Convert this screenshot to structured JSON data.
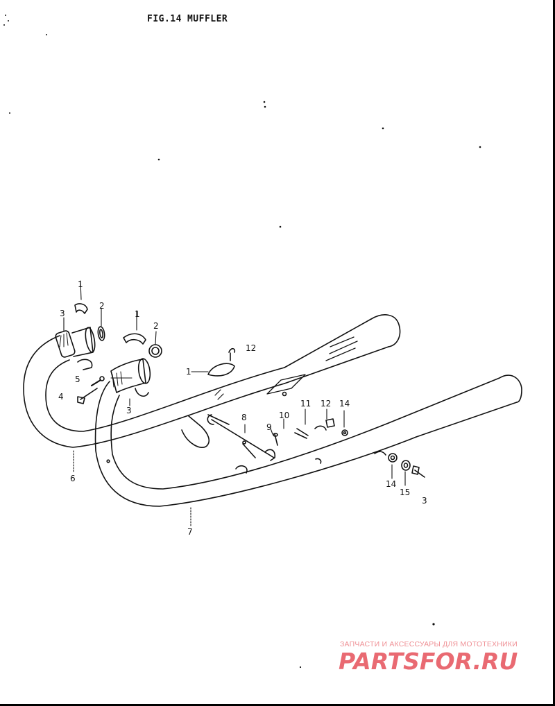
{
  "figure": {
    "fig_no": "FIG.14",
    "name": "MUFFLER"
  },
  "callouts": [
    "1",
    "2",
    "3",
    "2",
    "1",
    "3",
    "5",
    "4",
    "6",
    "7",
    "1",
    "12",
    "8",
    "9",
    "10",
    "11",
    "12",
    "14",
    "14",
    "15",
    "3"
  ],
  "watermark": {
    "tagline": "ЗАПЧАСТИ И АКСЕССУАРЫ ДЛЯ МОТОТЕХНИКИ",
    "logo": "PARTSFOR.RU"
  },
  "colors": {
    "ink": "#111111",
    "watermark": "#e96a72"
  }
}
